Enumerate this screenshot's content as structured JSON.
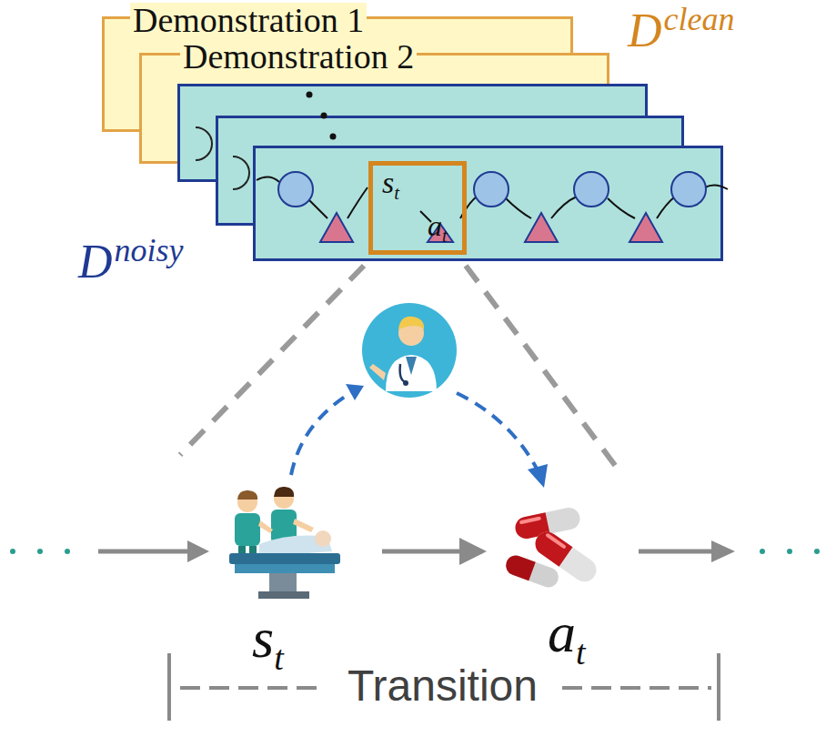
{
  "diagram": {
    "nodes": [
      {
        "text": [
          "Demonstration 1"
        ]
      },
      {
        "text": [
          "Demonstration 2"
        ]
      },
      {
        "text": [
          "s",
          "t",
          "a",
          "t"
        ]
      },
      {
        "text": [
          "s",
          "t"
        ]
      },
      {
        "text": [
          "a",
          "t"
        ]
      }
    ],
    "edges": [
      {
        "from": 3,
        "to": 4,
        "arrow": "to"
      }
    ],
    "labels": [
      "D",
      "clean",
      "D",
      "noisy",
      "Transition"
    ]
  }
}
